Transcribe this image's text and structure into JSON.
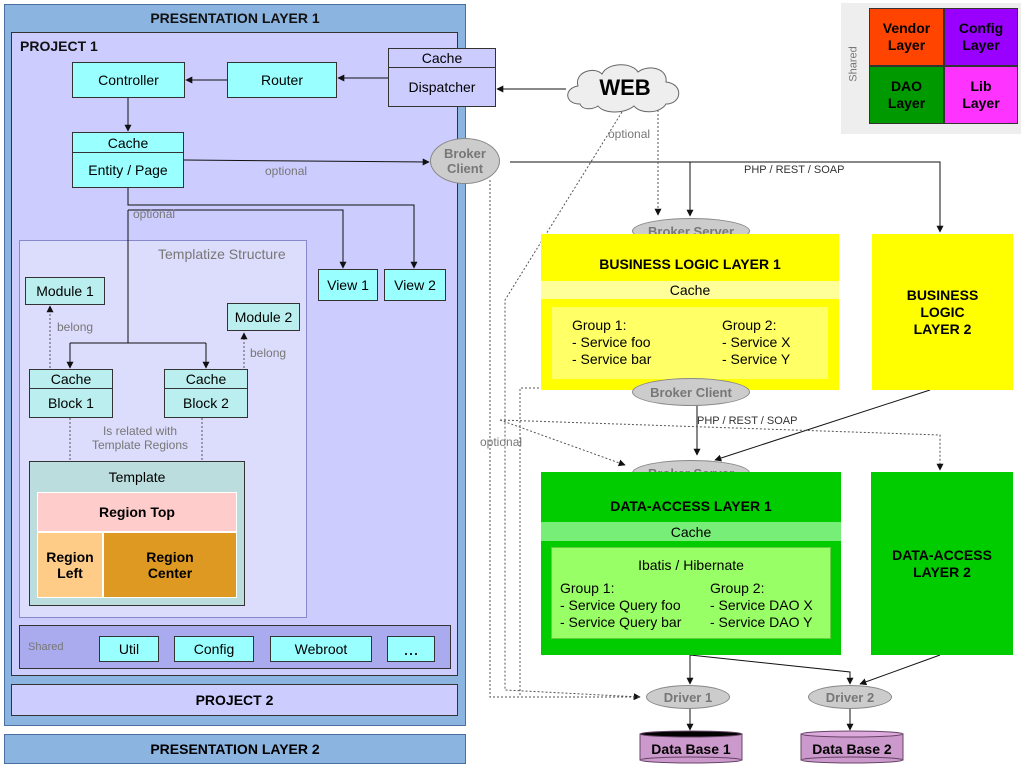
{
  "presentation1": {
    "title": "PRESENTATION LAYER 1"
  },
  "presentation2": {
    "title": "PRESENTATION LAYER 2"
  },
  "project1": {
    "title": "PROJECT 1",
    "cache_dispatcher": {
      "cache": "Cache",
      "label": "Dispatcher"
    },
    "router": "Router",
    "controller": "Controller",
    "entity": {
      "cache": "Cache",
      "label": "Entity / Page"
    },
    "optional_broker": "optional",
    "optional_views": "optional",
    "view1": "View 1",
    "view2": "View 2",
    "templatize": {
      "title": "Templatize Structure",
      "module1": "Module 1",
      "module2": "Module 2",
      "belong1": "belong",
      "belong2": "belong",
      "block1": {
        "cache": "Cache",
        "label": "Block 1"
      },
      "block2": {
        "cache": "Cache",
        "label": "Block 2"
      },
      "related_line1": "Is related with",
      "related_line2": "Template Regions",
      "template": {
        "title": "Template",
        "region_top": "Region Top",
        "region_left_line1": "Region",
        "region_left_line2": "Left",
        "region_center_line1": "Region",
        "region_center_line2": "Center"
      }
    },
    "shared": {
      "label": "Shared",
      "items": [
        "Util",
        "Config",
        "Webroot",
        "..."
      ]
    }
  },
  "project2": {
    "title": "PROJECT 2"
  },
  "web": "WEB",
  "broker_client_top": {
    "line1": "Broker",
    "line2": "Client"
  },
  "optional_web": "optional",
  "optional_left": "optional",
  "php_rest_soap_1": "PHP / REST / SOAP",
  "php_rest_soap_2": "PHP / REST / SOAP",
  "broker_server_top": "Broker Server",
  "business1": {
    "title": "BUSINESS LOGIC LAYER 1",
    "cache": "Cache",
    "group1": {
      "title": "Group 1:",
      "items": [
        "- Service foo",
        "- Service bar"
      ]
    },
    "group2": {
      "title": "Group 2:",
      "items": [
        "- Service X",
        "- Service Y"
      ]
    },
    "broker_client": "Broker Client"
  },
  "business2": {
    "line1": "BUSINESS",
    "line2": "LOGIC",
    "line3": "LAYER 2"
  },
  "broker_server_mid": "Broker Server",
  "data1": {
    "title": "DATA-ACCESS LAYER 1",
    "cache": "Cache",
    "orm": "Ibatis / Hibernate",
    "group1": {
      "title": "Group 1:",
      "items": [
        "- Service Query foo",
        "- Service Query bar"
      ]
    },
    "group2": {
      "title": "Group 2:",
      "items": [
        "- Service DAO X",
        "- Service DAO Y"
      ]
    }
  },
  "data2": {
    "line1": "DATA-ACCESS",
    "line2": "LAYER 2"
  },
  "driver1": "Driver 1",
  "driver2": "Driver 2",
  "db1": "Data Base 1",
  "db2": "Data Base 2",
  "shared_legend": {
    "label": "Shared",
    "vendor": {
      "line1": "Vendor",
      "line2": "Layer",
      "color": "#ff4400"
    },
    "config": {
      "line1": "Config",
      "line2": "Layer",
      "color": "#9900ff"
    },
    "dao": {
      "line1": "DAO",
      "line2": "Layer",
      "color": "#009900"
    },
    "lib": {
      "line1": "Lib",
      "line2": "Layer",
      "color": "#ff33ff"
    }
  }
}
